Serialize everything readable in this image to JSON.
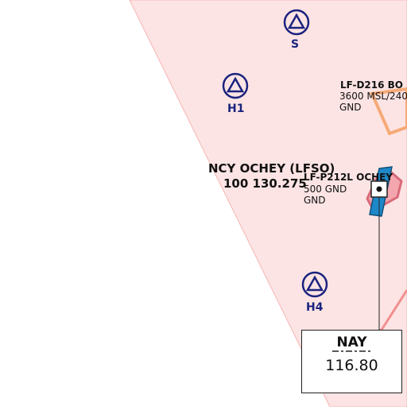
{
  "colors": {
    "airspace_fill": "#fde4e4",
    "airspace_edge": "#f6b4b4",
    "waypoint": "#1a237e",
    "danger_zone": "#f5a36a",
    "restricted_zone": "#e5808a",
    "airport": "#1e88c8",
    "airway": "#f08080"
  },
  "waypoints": [
    {
      "id": "S",
      "icon": "triangle-in-circle-icon"
    },
    {
      "id": "H1",
      "icon": "triangle-in-circle-icon"
    },
    {
      "id": "H4",
      "icon": "triangle-in-circle-icon"
    }
  ],
  "zones": {
    "danger": {
      "title": "LF-D216 BO",
      "ceiling": "3600 MSL/240",
      "floor": "GND"
    },
    "restricted": {
      "title": "LF-P212L OCHEY",
      "ceiling": "500 GND",
      "floor": "GND"
    }
  },
  "aerodrome": {
    "name": "NCY OCHEY (LFSO)",
    "freq": "100 130.275",
    "icon": "airport-icon"
  },
  "navaid": {
    "id": "NAY",
    "freq": "116.80"
  }
}
